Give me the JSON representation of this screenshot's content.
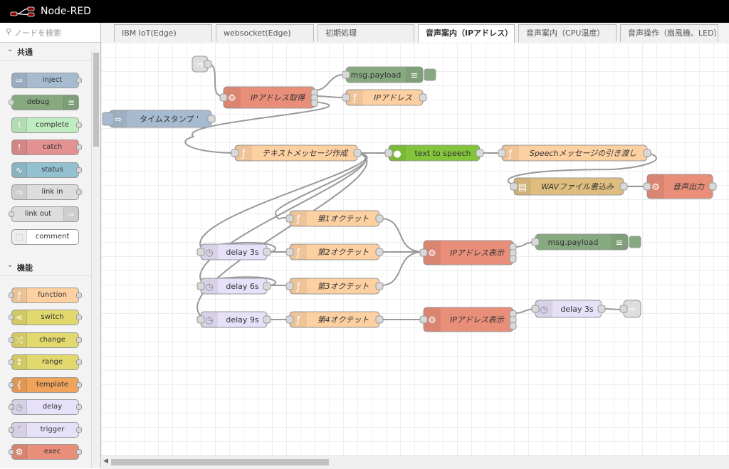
{
  "header": {
    "title": "Node-RED"
  },
  "palette": {
    "search_placeholder": "ノードを検索",
    "categories": [
      {
        "label": "共通"
      },
      {
        "label": "機能"
      }
    ],
    "common_nodes": [
      {
        "label": "inject",
        "color": "#a6bbcf"
      },
      {
        "label": "debug",
        "color": "#87a980"
      },
      {
        "label": "complete",
        "color": "#c0edc0"
      },
      {
        "label": "catch",
        "color": "#e49191"
      },
      {
        "label": "status",
        "color": "#94c1d0"
      },
      {
        "label": "link in",
        "color": "#dddddd"
      },
      {
        "label": "link out",
        "color": "#dddddd"
      },
      {
        "label": "comment",
        "color": "#ffffff"
      }
    ],
    "function_nodes": [
      {
        "label": "function",
        "color": "#fdd0a2"
      },
      {
        "label": "switch",
        "color": "#e2d96e"
      },
      {
        "label": "change",
        "color": "#e2d96e"
      },
      {
        "label": "range",
        "color": "#e2d96e"
      },
      {
        "label": "template",
        "color": "#f0a35a"
      },
      {
        "label": "delay",
        "color": "#e6e0f8"
      },
      {
        "label": "trigger",
        "color": "#e6e0f8"
      },
      {
        "label": "exec",
        "color": "#e88e79"
      }
    ]
  },
  "tabs": [
    {
      "label": "IBM IoT(Edge)"
    },
    {
      "label": "websocket(Edge)"
    },
    {
      "label": "初期処理"
    },
    {
      "label": "音声案内（IPアドレス）"
    },
    {
      "label": "音声案内（CPU温度）"
    },
    {
      "label": "音声操作（扇風機、LED）"
    }
  ],
  "flow": {
    "nodes": [
      {
        "id": "linkin1",
        "label": "",
        "type": "link-in",
        "color": "#dddddd"
      },
      {
        "id": "ipget",
        "label": "IPアドレス取得",
        "type": "exec",
        "color": "#e88e79"
      },
      {
        "id": "dbg1",
        "label": "msg.payload",
        "type": "debug",
        "color": "#87a980"
      },
      {
        "id": "fn_ip",
        "label": "IPアドレス",
        "type": "function",
        "color": "#fdd0a2"
      },
      {
        "id": "ts",
        "label": "タイムスタンプ '",
        "type": "inject",
        "color": "#a6bbcf"
      },
      {
        "id": "textmsg",
        "label": "テキストメッセージ作成",
        "type": "function",
        "color": "#fdd0a2"
      },
      {
        "id": "tts",
        "label": "text to speech",
        "type": "watson",
        "color": "#83c43b"
      },
      {
        "id": "speech",
        "label": "Speechメッセージの引き渡し",
        "type": "function",
        "color": "#fdd0a2"
      },
      {
        "id": "wav",
        "label": "WAVファイル書込み",
        "type": "file",
        "color": "#debd7f"
      },
      {
        "id": "audio",
        "label": "音声出力",
        "type": "exec",
        "color": "#e88e79"
      },
      {
        "id": "oct1",
        "label": "第1オクテット",
        "type": "function",
        "color": "#fdd0a2"
      },
      {
        "id": "oct2",
        "label": "第2オクテット",
        "type": "function",
        "color": "#fdd0a2"
      },
      {
        "id": "oct3",
        "label": "第3オクテット",
        "type": "function",
        "color": "#fdd0a2"
      },
      {
        "id": "oct4",
        "label": "第4オクテット",
        "type": "function",
        "color": "#fdd0a2"
      },
      {
        "id": "d3",
        "label": "delay 3s",
        "type": "delay",
        "color": "#e6e0f8"
      },
      {
        "id": "d6",
        "label": "delay 6s",
        "type": "delay",
        "color": "#e6e0f8"
      },
      {
        "id": "d9",
        "label": "delay 9s",
        "type": "delay",
        "color": "#e6e0f8"
      },
      {
        "id": "ipshow1",
        "label": "IPアドレス表示",
        "type": "exec",
        "color": "#e88e79"
      },
      {
        "id": "dbg2",
        "label": "msg.payload",
        "type": "debug",
        "color": "#87a980"
      },
      {
        "id": "ipshow2",
        "label": "IPアドレス表示",
        "type": "exec",
        "color": "#e88e79"
      },
      {
        "id": "d3b",
        "label": "delay 3s",
        "type": "delay",
        "color": "#e6e0f8"
      },
      {
        "id": "linkout1",
        "label": "",
        "type": "link-out",
        "color": "#dddddd"
      }
    ]
  }
}
